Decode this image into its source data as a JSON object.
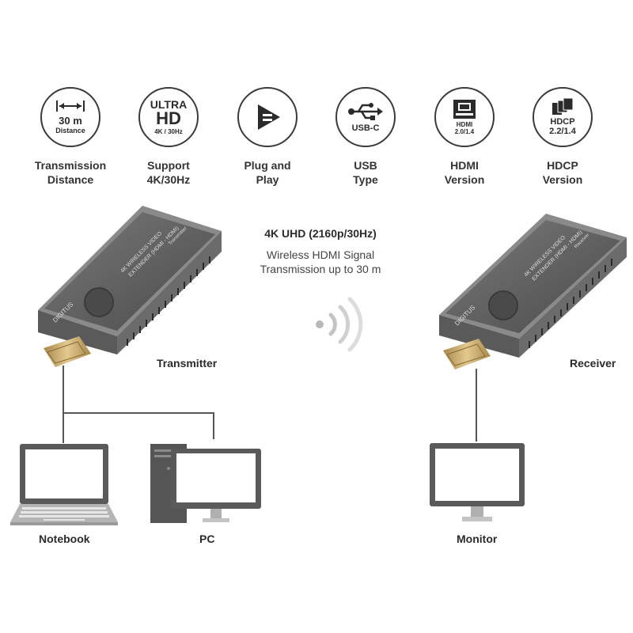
{
  "features": [
    {
      "icon": "distance-icon",
      "line1": "30 m",
      "line2": "Distance",
      "caption1": "Transmission",
      "caption2": "Distance"
    },
    {
      "icon": "ultra-hd-icon",
      "line1": "ULTRA",
      "line2": "HD",
      "line3": "4K / 30Hz",
      "caption1": "Support",
      "caption2": "4K/30Hz"
    },
    {
      "icon": "plug-and-play-icon",
      "caption1": "Plug and",
      "caption2": "Play"
    },
    {
      "icon": "usb-icon",
      "line1": "USB-C",
      "caption1": "USB",
      "caption2": "Type"
    },
    {
      "icon": "hdmi-icon",
      "line1": "HDMI",
      "line2": "2.0/1.4",
      "caption1": "HDMI",
      "caption2": "Version"
    },
    {
      "icon": "hdcp-icon",
      "line1": "HDCP",
      "line2": "2.2/1.4",
      "caption1": "HDCP",
      "caption2": "Version"
    }
  ],
  "center": {
    "headline": "4K UHD (2160p/30Hz)",
    "line1": "Wireless HDMI Signal",
    "line2": "Transmission up to 30 m"
  },
  "devices": {
    "transmitter": "Transmitter",
    "receiver": "Receiver",
    "brand": "DIGITUS",
    "device_text1": "4K WIRELESS VIDEO",
    "device_text2": "EXTENDER (HDMI - HDMI)",
    "device_text3": "Transmitter",
    "device_text3_rx": "Receiver"
  },
  "endpoints": {
    "notebook": "Notebook",
    "pc": "PC",
    "monitor": "Monitor"
  },
  "colors": {
    "device_body": "#5c5c5c",
    "connector_gold": "#c9a86a",
    "line": "#555555",
    "screen_frame": "#5a5a5a",
    "pc_tower": "#555555"
  }
}
